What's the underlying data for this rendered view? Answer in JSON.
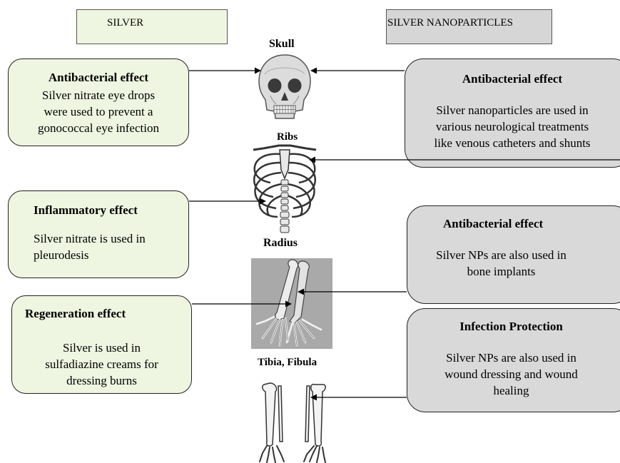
{
  "headers": {
    "silver": "SILVER",
    "nano": "SILVER NANOPARTICLES"
  },
  "silver_cards": [
    {
      "title": "Antibacterial effect",
      "body": "Silver nitrate eye drops\nwere used to prevent a\ngonococcal eye infection"
    },
    {
      "title": "Inflammatory effect",
      "body": "Silver nitrate is used in\npleurodesis"
    },
    {
      "title": "Regeneration effect",
      "body": "Silver is used in\nsulfadiazine creams for\ndressing burns"
    }
  ],
  "nano_cards": [
    {
      "title": "Antibacterial effect",
      "body": "Silver nanoparticles are used in\nvarious neurological treatments\nlike venous catheters and shunts"
    },
    {
      "title": "Antibacterial effect",
      "body": "Silver NPs are also used in\nbone implants"
    },
    {
      "title": "Infection Protection",
      "body": "Silver NPs are also used in\nwound dressing and wound\nhealing"
    }
  ],
  "bones": {
    "skull": "Skull",
    "ribs": "Ribs",
    "radius": "Radius",
    "tibia_fibula": "Tibia, Fibula"
  },
  "colors": {
    "silver_fill": "#eef5e0",
    "nano_fill": "#d9d9d9",
    "nano_header_fill": "#d6d6d6",
    "arrow": "#000000"
  }
}
